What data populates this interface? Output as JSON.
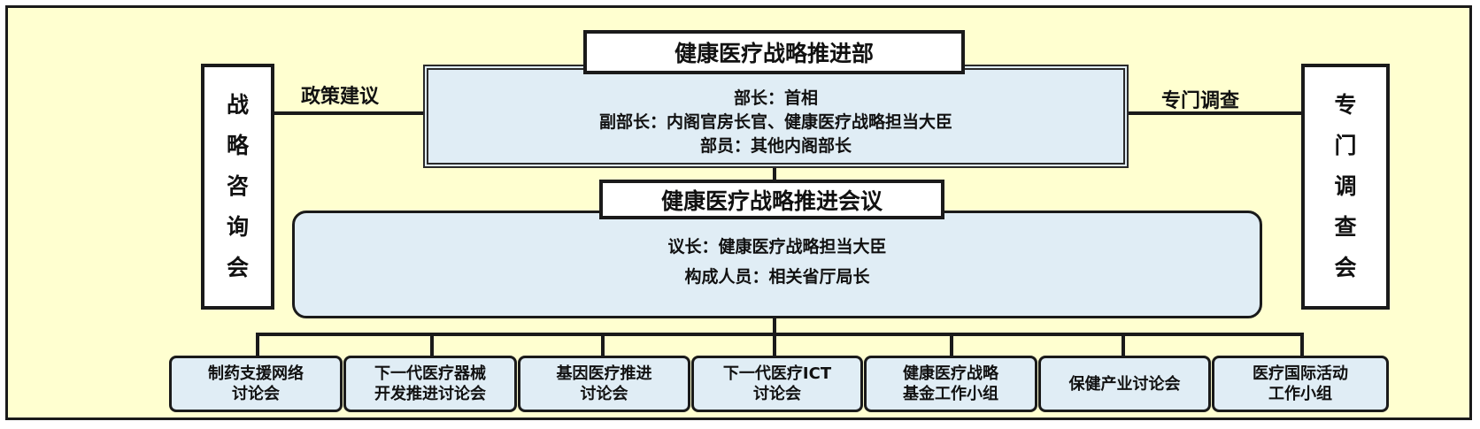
{
  "advisory": {
    "label": "战略咨询会"
  },
  "investigation": {
    "label": "专门调查会"
  },
  "links": {
    "left": "政策建议",
    "right": "专门调查"
  },
  "department": {
    "title": "健康医疗战略推进部",
    "lines": [
      "部长：首相",
      "副部长：内阁官房长官、健康医疗战略担当大臣",
      "部员：其他内阁部长"
    ]
  },
  "council": {
    "title": "健康医疗战略推进会议",
    "lines": [
      "议长：健康医疗战略担当大臣",
      "构成人员：相关省厅局长"
    ]
  },
  "subgroups": [
    "制药支援网络\n讨论会",
    "下一代医疗器械\n开发推进讨论会",
    "基因医疗推进\n讨论会",
    "下一代医疗ICT\n讨论会",
    "健康医疗战略\n基金工作小组",
    "保健产业讨论会",
    "医疗国际活动\n工作小组"
  ]
}
